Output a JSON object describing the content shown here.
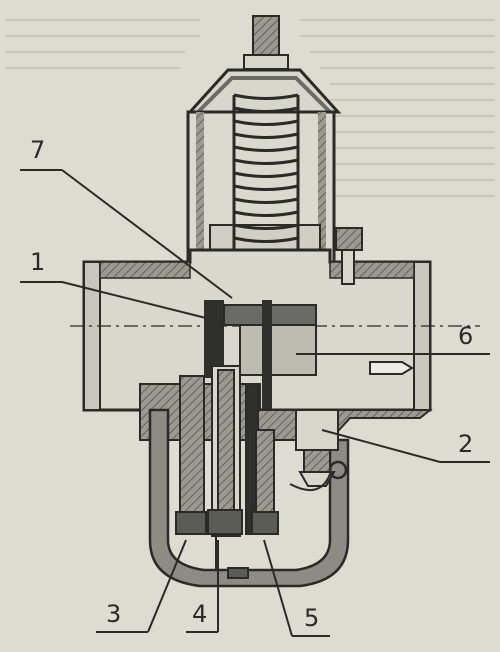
{
  "diagram": {
    "labels": [
      {
        "id": "callout-1",
        "text": "1"
      },
      {
        "id": "callout-2",
        "text": "2"
      },
      {
        "id": "callout-3",
        "text": "3"
      },
      {
        "id": "callout-4",
        "text": "4"
      },
      {
        "id": "callout-5",
        "text": "5"
      },
      {
        "id": "callout-6",
        "text": "6"
      },
      {
        "id": "callout-7",
        "text": "7"
      }
    ],
    "colors": {
      "background": "#dcdcd0",
      "ink": "#2a2a28",
      "section_fill": "#8c8c84",
      "body_fill": "#d6d6cb"
    }
  }
}
